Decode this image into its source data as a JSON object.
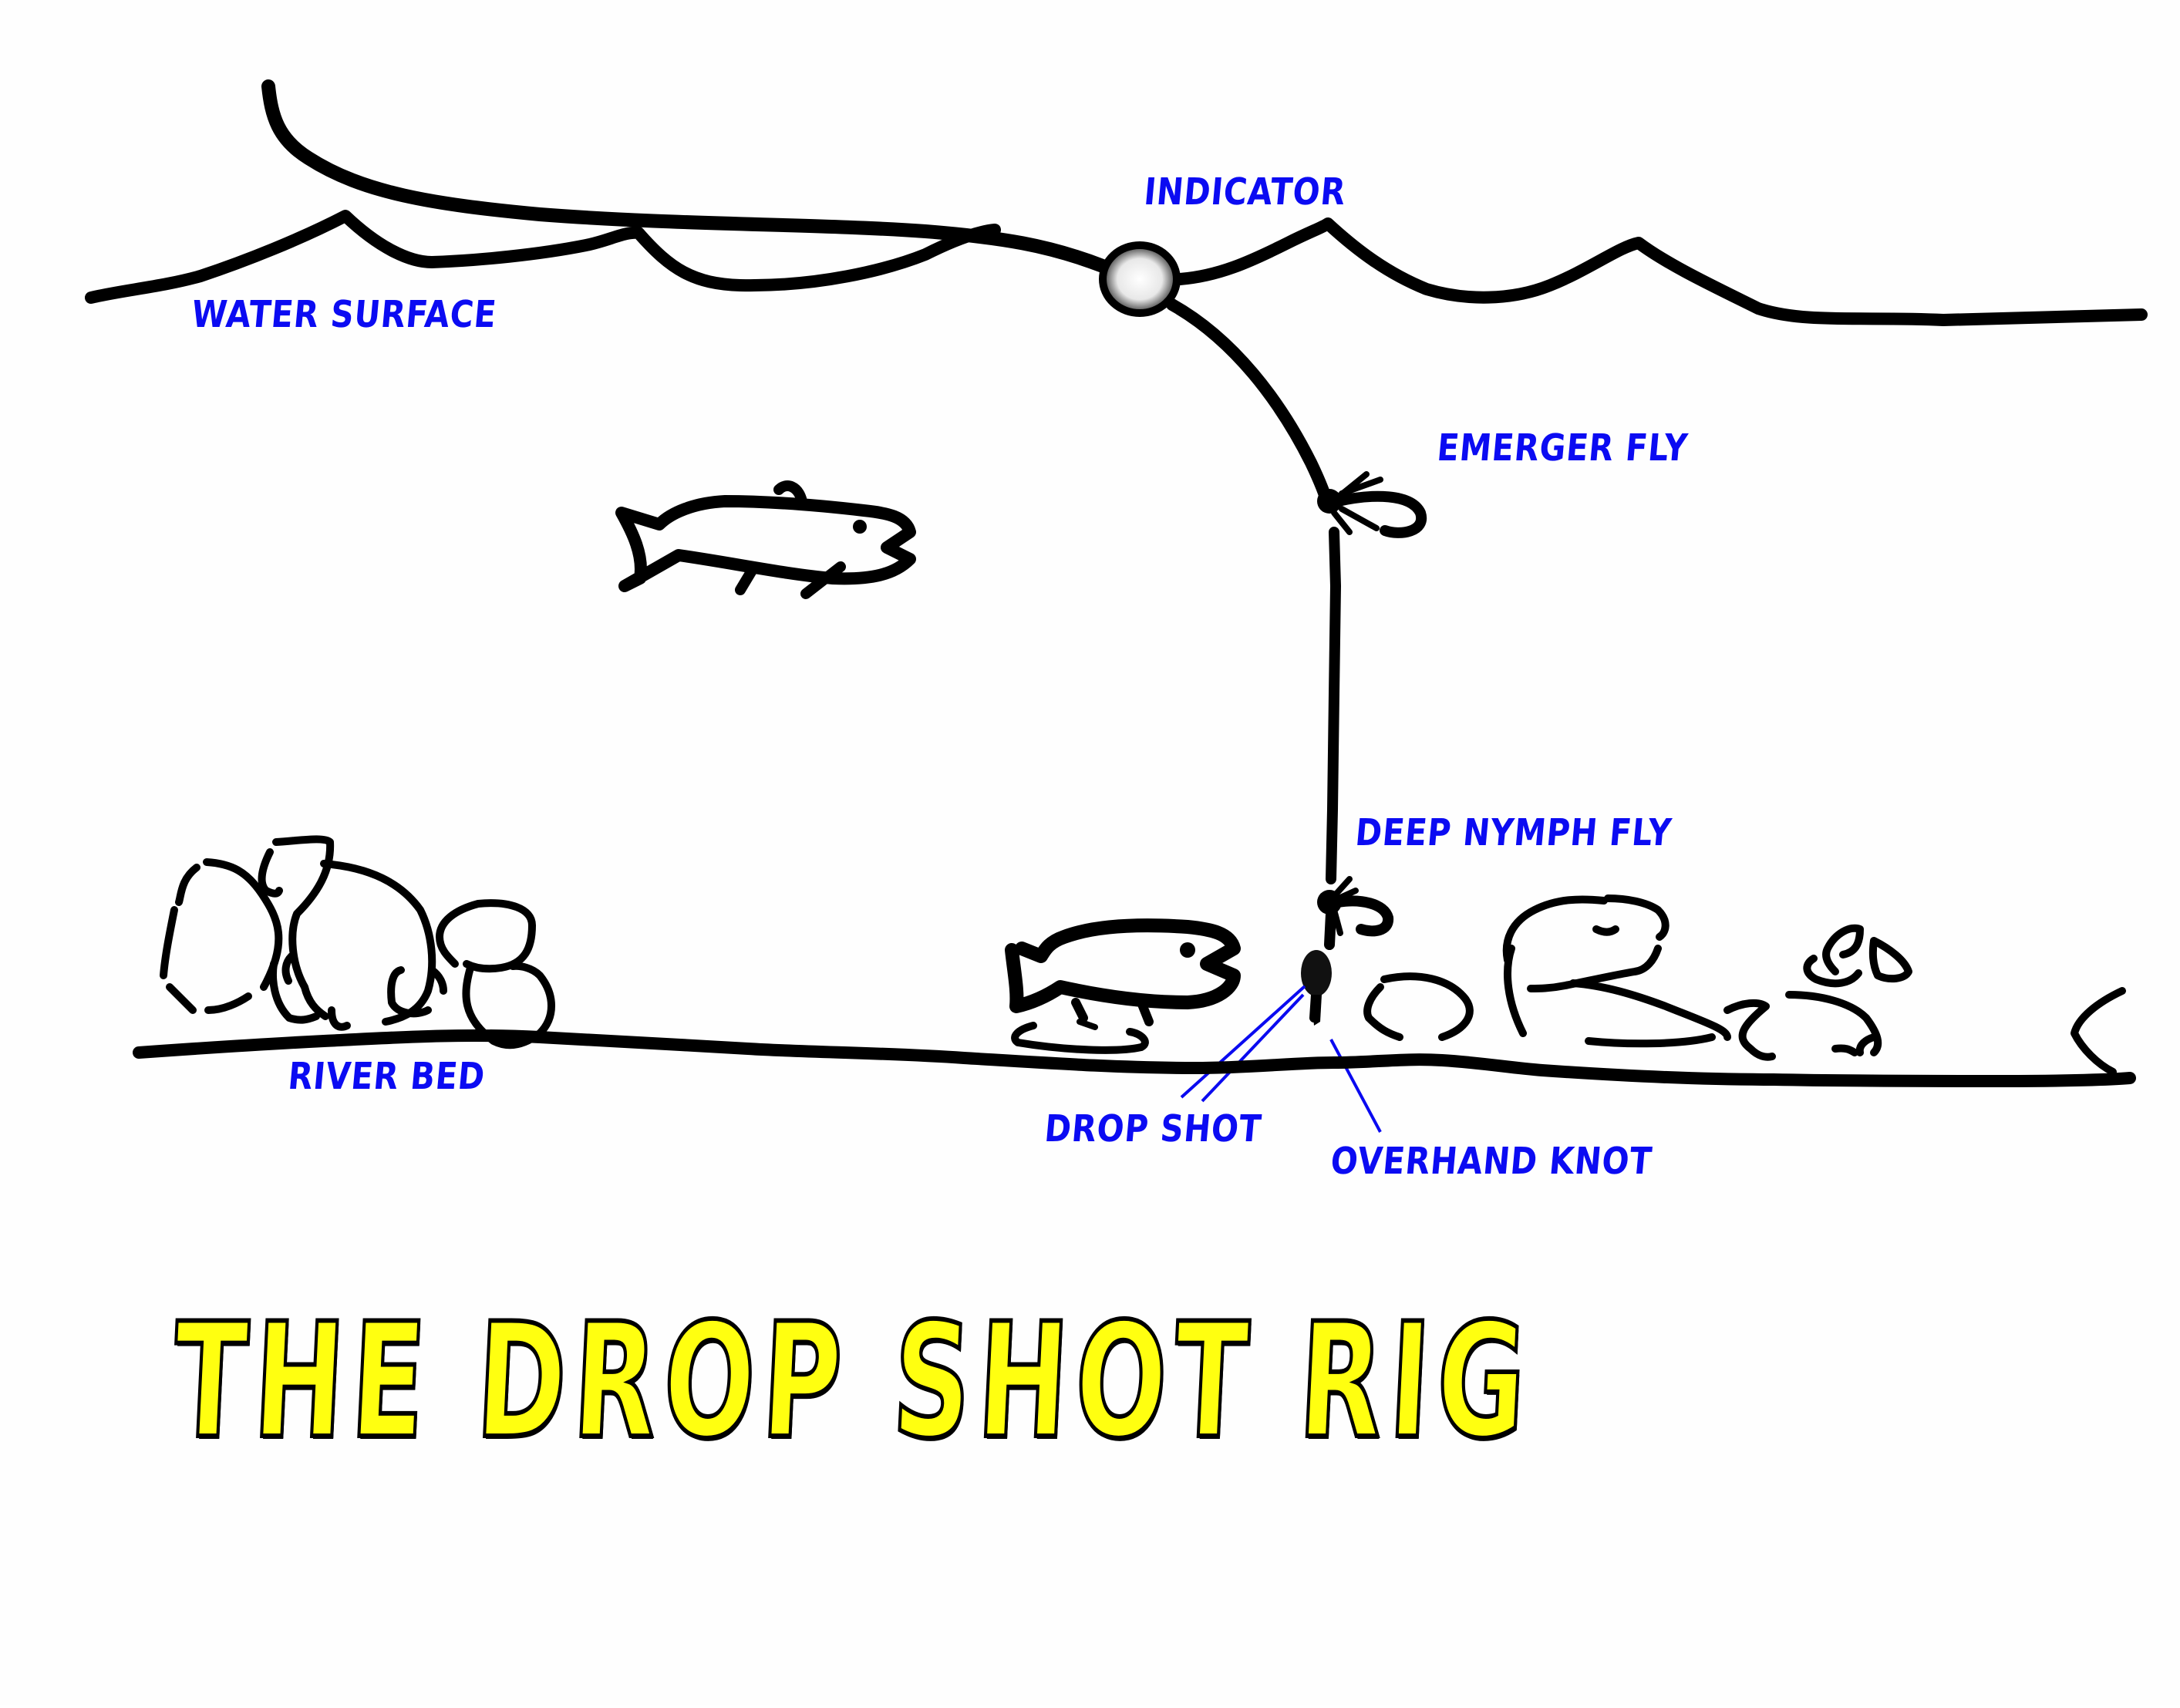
{
  "diagram": {
    "title": "THE DROP SHOT RIG",
    "colors": {
      "label": "#0b0bf2",
      "title_fill": "#ffff10",
      "title_outline": "#000000",
      "ink": "#000000",
      "background": "#fefefe"
    },
    "labels": {
      "indicator": "INDICATOR",
      "water_surface": "WATER SURFACE",
      "emerger_fly": "EMERGER FLY",
      "deep_nymph_fly": "DEEP NYMPH FLY",
      "river_bed": "RIVER BED",
      "drop_shot": "DROP SHOT",
      "overhand_knot": "OVERHAND KNOT"
    },
    "elements": [
      {
        "id": "fly-line",
        "type": "line"
      },
      {
        "id": "water-surface",
        "type": "wavy-line"
      },
      {
        "id": "indicator",
        "type": "float"
      },
      {
        "id": "leader",
        "type": "line"
      },
      {
        "id": "emerger-fly",
        "type": "hook"
      },
      {
        "id": "deep-nymph-fly",
        "type": "hook"
      },
      {
        "id": "overhand-knot",
        "type": "knot"
      },
      {
        "id": "drop-shot",
        "type": "weight"
      },
      {
        "id": "fish-upper",
        "type": "fish"
      },
      {
        "id": "fish-lower",
        "type": "fish"
      },
      {
        "id": "rocks",
        "type": "rock-group"
      },
      {
        "id": "river-bed",
        "type": "line"
      }
    ]
  }
}
